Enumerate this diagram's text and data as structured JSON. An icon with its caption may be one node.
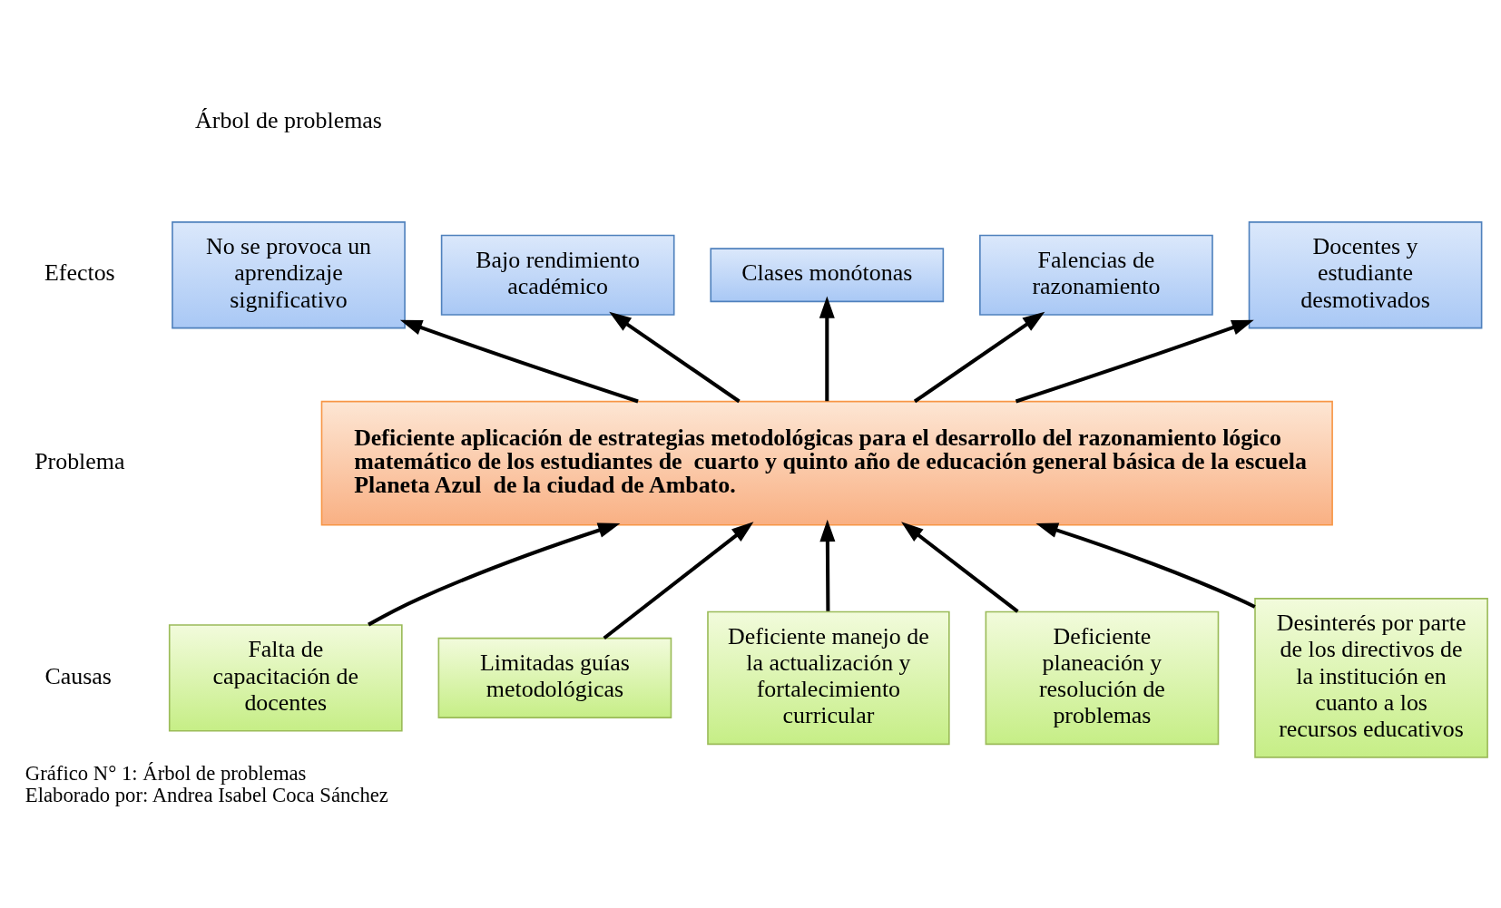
{
  "diagram": {
    "title": "Árbol de problemas",
    "caption": "Gráfico N° 1: Árbol de problemas",
    "nodes": [
      {
        "text": [
          "No se provoca un aprendizaje significativo"
        ]
      },
      {
        "text": [
          "Bajo rendimiento académico"
        ]
      },
      {
        "text": [
          "Clases monótonas"
        ]
      },
      {
        "text": [
          "Falencias de razonamiento"
        ]
      },
      {
        "text": [
          "Docentes y estudiante desmotivados"
        ]
      },
      {
        "text": [
          "Deficiente aplicación de estrategias metodológicas para el desarrollo del razonamiento lógico matemático de los estudiantes de  cuarto y quinto año de educación general básica de la escuela Planeta Azul  de la ciudad de Ambato."
        ]
      },
      {
        "text": [
          "Falta de capacitación de docentes"
        ]
      },
      {
        "text": [
          "Limitadas guías metodológicas"
        ]
      },
      {
        "text": [
          "Deficiente manejo de la actualización y fortalecimiento curricular"
        ]
      },
      {
        "text": [
          "Deficiente planeación y resolución de problemas"
        ]
      },
      {
        "text": [
          "Desinterés por parte de los directivos de la institución en cuanto a los recursos educativos"
        ]
      }
    ],
    "edges": [
      {
        "from": 5,
        "to": 0,
        "arrow": "to"
      },
      {
        "from": 5,
        "to": 1,
        "arrow": "to"
      },
      {
        "from": 5,
        "to": 2,
        "arrow": "to"
      },
      {
        "from": 5,
        "to": 3,
        "arrow": "to"
      },
      {
        "from": 5,
        "to": 4,
        "arrow": "to"
      },
      {
        "from": 6,
        "to": 5,
        "arrow": "to"
      },
      {
        "from": 7,
        "to": 5,
        "arrow": "to"
      },
      {
        "from": 8,
        "to": 5,
        "arrow": "to"
      },
      {
        "from": 9,
        "to": 5,
        "arrow": "to"
      },
      {
        "from": 10,
        "to": 5,
        "arrow": "to"
      }
    ],
    "labels": [
      "Efectos",
      "Problema",
      "Causas",
      "Elaborado por: Andrea Isabel Coca Sánchez"
    ]
  }
}
